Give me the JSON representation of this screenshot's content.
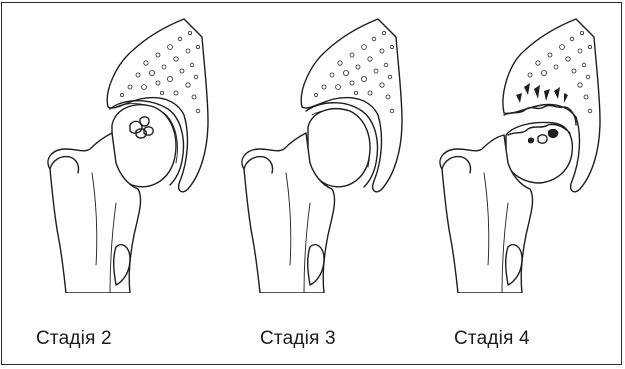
{
  "figure": {
    "panels": [
      {
        "id": "stage2",
        "caption": "Стадія 2"
      },
      {
        "id": "stage3",
        "caption": "Стадія 3"
      },
      {
        "id": "stage4",
        "caption": "Стадія 4"
      }
    ]
  },
  "colors": {
    "ink": "#1e1e1e",
    "background": "#ffffff",
    "frame": "#2a2a2a"
  }
}
